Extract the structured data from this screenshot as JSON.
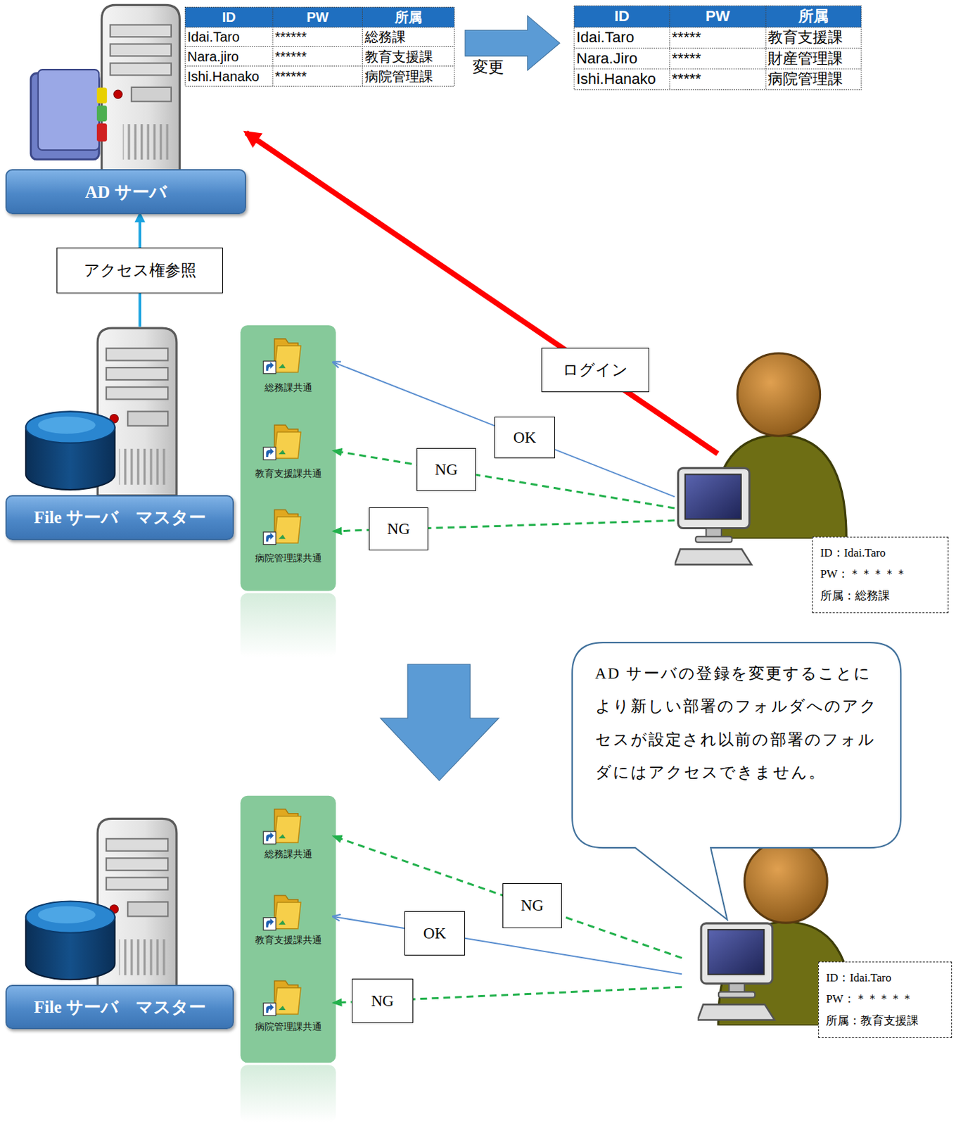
{
  "diagram": {
    "nodes": [
      {
        "text": [
          "AD サーバ"
        ]
      },
      {
        "text": [
          "File サーバ　マスター"
        ]
      },
      {
        "text": [
          "総務課共通"
        ]
      },
      {
        "text": [
          "教育支援課共通"
        ]
      },
      {
        "text": [
          "病院管理課共通"
        ]
      },
      {
        "text": [
          "ID：Idai.Taro",
          "PW：＊＊＊＊＊",
          "所属：総務課"
        ]
      },
      {
        "text": [
          "AD サーバの登録を変更することにより新しい部署のフォルダへのアクセスが設定され以前の部署のフォルダにはアクセスできません。"
        ]
      },
      {
        "text": [
          "File サーバ　マスター"
        ]
      },
      {
        "text": [
          "総務課共通"
        ]
      },
      {
        "text": [
          "教育支援課共通"
        ]
      },
      {
        "text": [
          "病院管理課共通"
        ]
      },
      {
        "text": [
          "ID：Idai.Taro",
          "PW：＊＊＊＊＊",
          "所属：教育支援課"
        ]
      }
    ],
    "edges": [
      {
        "from": 1,
        "to": 0,
        "arrow": "to",
        "label": "アクセス権参照"
      },
      {
        "from": 5,
        "to": 0,
        "arrow": "to",
        "label": "ログイン"
      },
      {
        "from": 5,
        "to": 2,
        "arrow": "to",
        "label": "OK"
      },
      {
        "from": 5,
        "to": 3,
        "arrow": "to",
        "label": "NG"
      },
      {
        "from": 5,
        "to": 4,
        "arrow": "to",
        "label": "NG"
      },
      {
        "from": 11,
        "to": 8,
        "arrow": "to",
        "label": "NG"
      },
      {
        "from": 11,
        "to": 9,
        "arrow": "to",
        "label": "OK"
      },
      {
        "from": 11,
        "to": 10,
        "arrow": "to",
        "label": "NG"
      }
    ],
    "labels": [
      "ID",
      "PW",
      "所属",
      "Idai.Taro",
      "******",
      "総務課",
      "Nara.jiro",
      "******",
      "教育支援課",
      "Ishi.Hanako",
      "******",
      "病院管理課",
      "変更",
      "ID",
      "PW",
      "所属",
      "Idai.Taro",
      "*****",
      "教育支援課",
      "Nara.Jiro",
      "*****",
      "財産管理課",
      "Ishi.Hanako",
      "*****",
      "病院管理課"
    ]
  }
}
